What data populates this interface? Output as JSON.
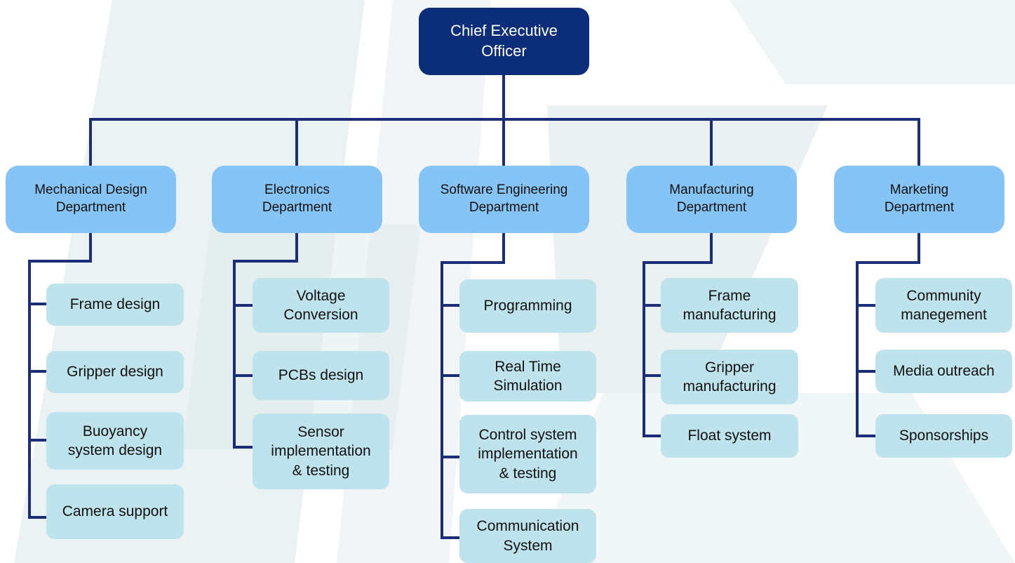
{
  "colors": {
    "ceo_fill": "#0c2d7a",
    "department_fill": "#86c4f5",
    "subtask_fill": "#bee3ec",
    "connector": "#1b2c78",
    "watermark": "#dfe9ea"
  },
  "ceo": {
    "label": "Chief Executive\nOfficer"
  },
  "departments": [
    {
      "label": "Mechanical Design\nDepartment",
      "items": [
        "Frame design",
        "Gripper design",
        "Buoyancy\nsystem design",
        "Camera support"
      ]
    },
    {
      "label": "Electronics\nDepartment",
      "items": [
        "Voltage\nConversion",
        "PCBs design",
        "Sensor\nimplementation\n& testing"
      ]
    },
    {
      "label": "Software Engineering\nDepartment",
      "items": [
        "Programming",
        "Real Time\nSimulation",
        "Control system\nimplementation\n& testing",
        "Communication\nSystem"
      ]
    },
    {
      "label": "Manufacturing\nDepartment",
      "items": [
        "Frame\nmanufacturing",
        "Gripper\nmanufacturing",
        "Float system"
      ]
    },
    {
      "label": "Marketing\nDepartment",
      "items": [
        "Community\nmanegement",
        "Media outreach",
        "Sponsorships"
      ]
    }
  ]
}
